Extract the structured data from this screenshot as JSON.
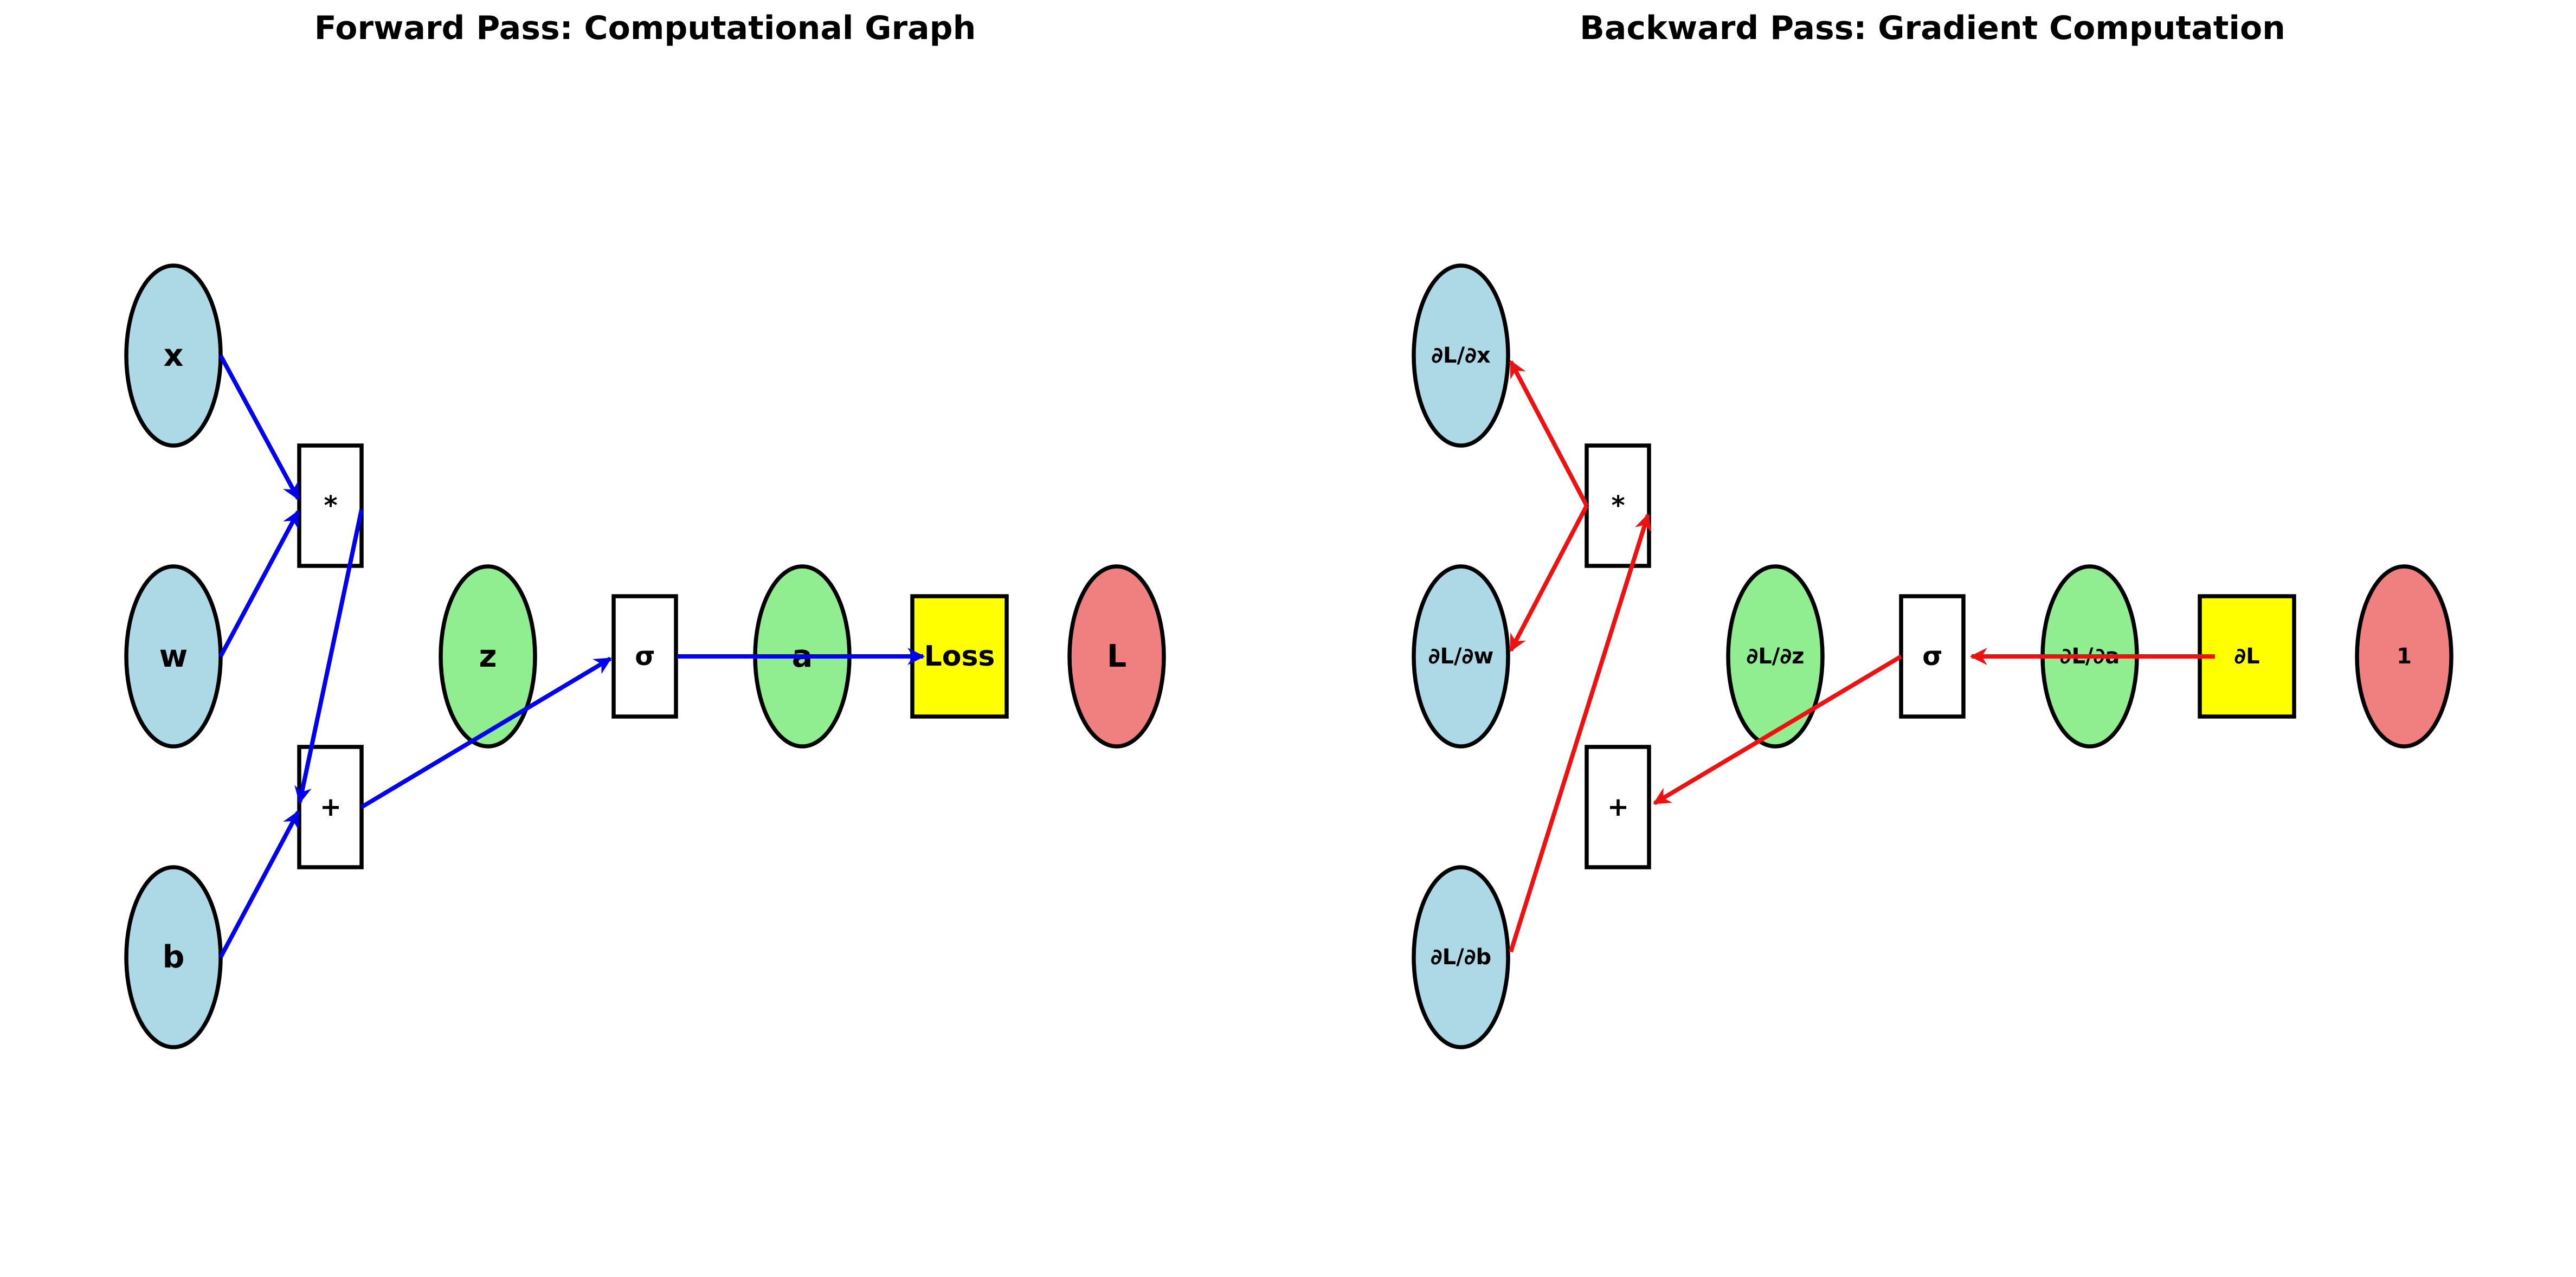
{
  "forward": {
    "title": "Forward Pass: Computational Graph",
    "nodes": {
      "x": "x",
      "w": "w",
      "b": "b",
      "mul": "*",
      "add": "+",
      "z": "z",
      "sigma": "σ",
      "a": "a",
      "loss": "Loss",
      "L": "L"
    }
  },
  "backward": {
    "title": "Backward Pass: Gradient Computation",
    "nodes": {
      "dx": "∂L/∂x",
      "dw": "∂L/∂w",
      "db": "∂L/∂b",
      "mul": "*",
      "add": "+",
      "dz": "∂L/∂z",
      "sigma": "σ",
      "da": "∂L/∂a",
      "dL": "∂L",
      "one": "1"
    }
  },
  "colors": {
    "input_fill": "#add8e6",
    "intermediate_fill": "#90ee90",
    "operation_fill": "#ffffff",
    "loss_fill": "#ffff00",
    "output_fill": "#f08080",
    "forward_arrow": "#0000ee",
    "backward_arrow": "#ee1111"
  }
}
